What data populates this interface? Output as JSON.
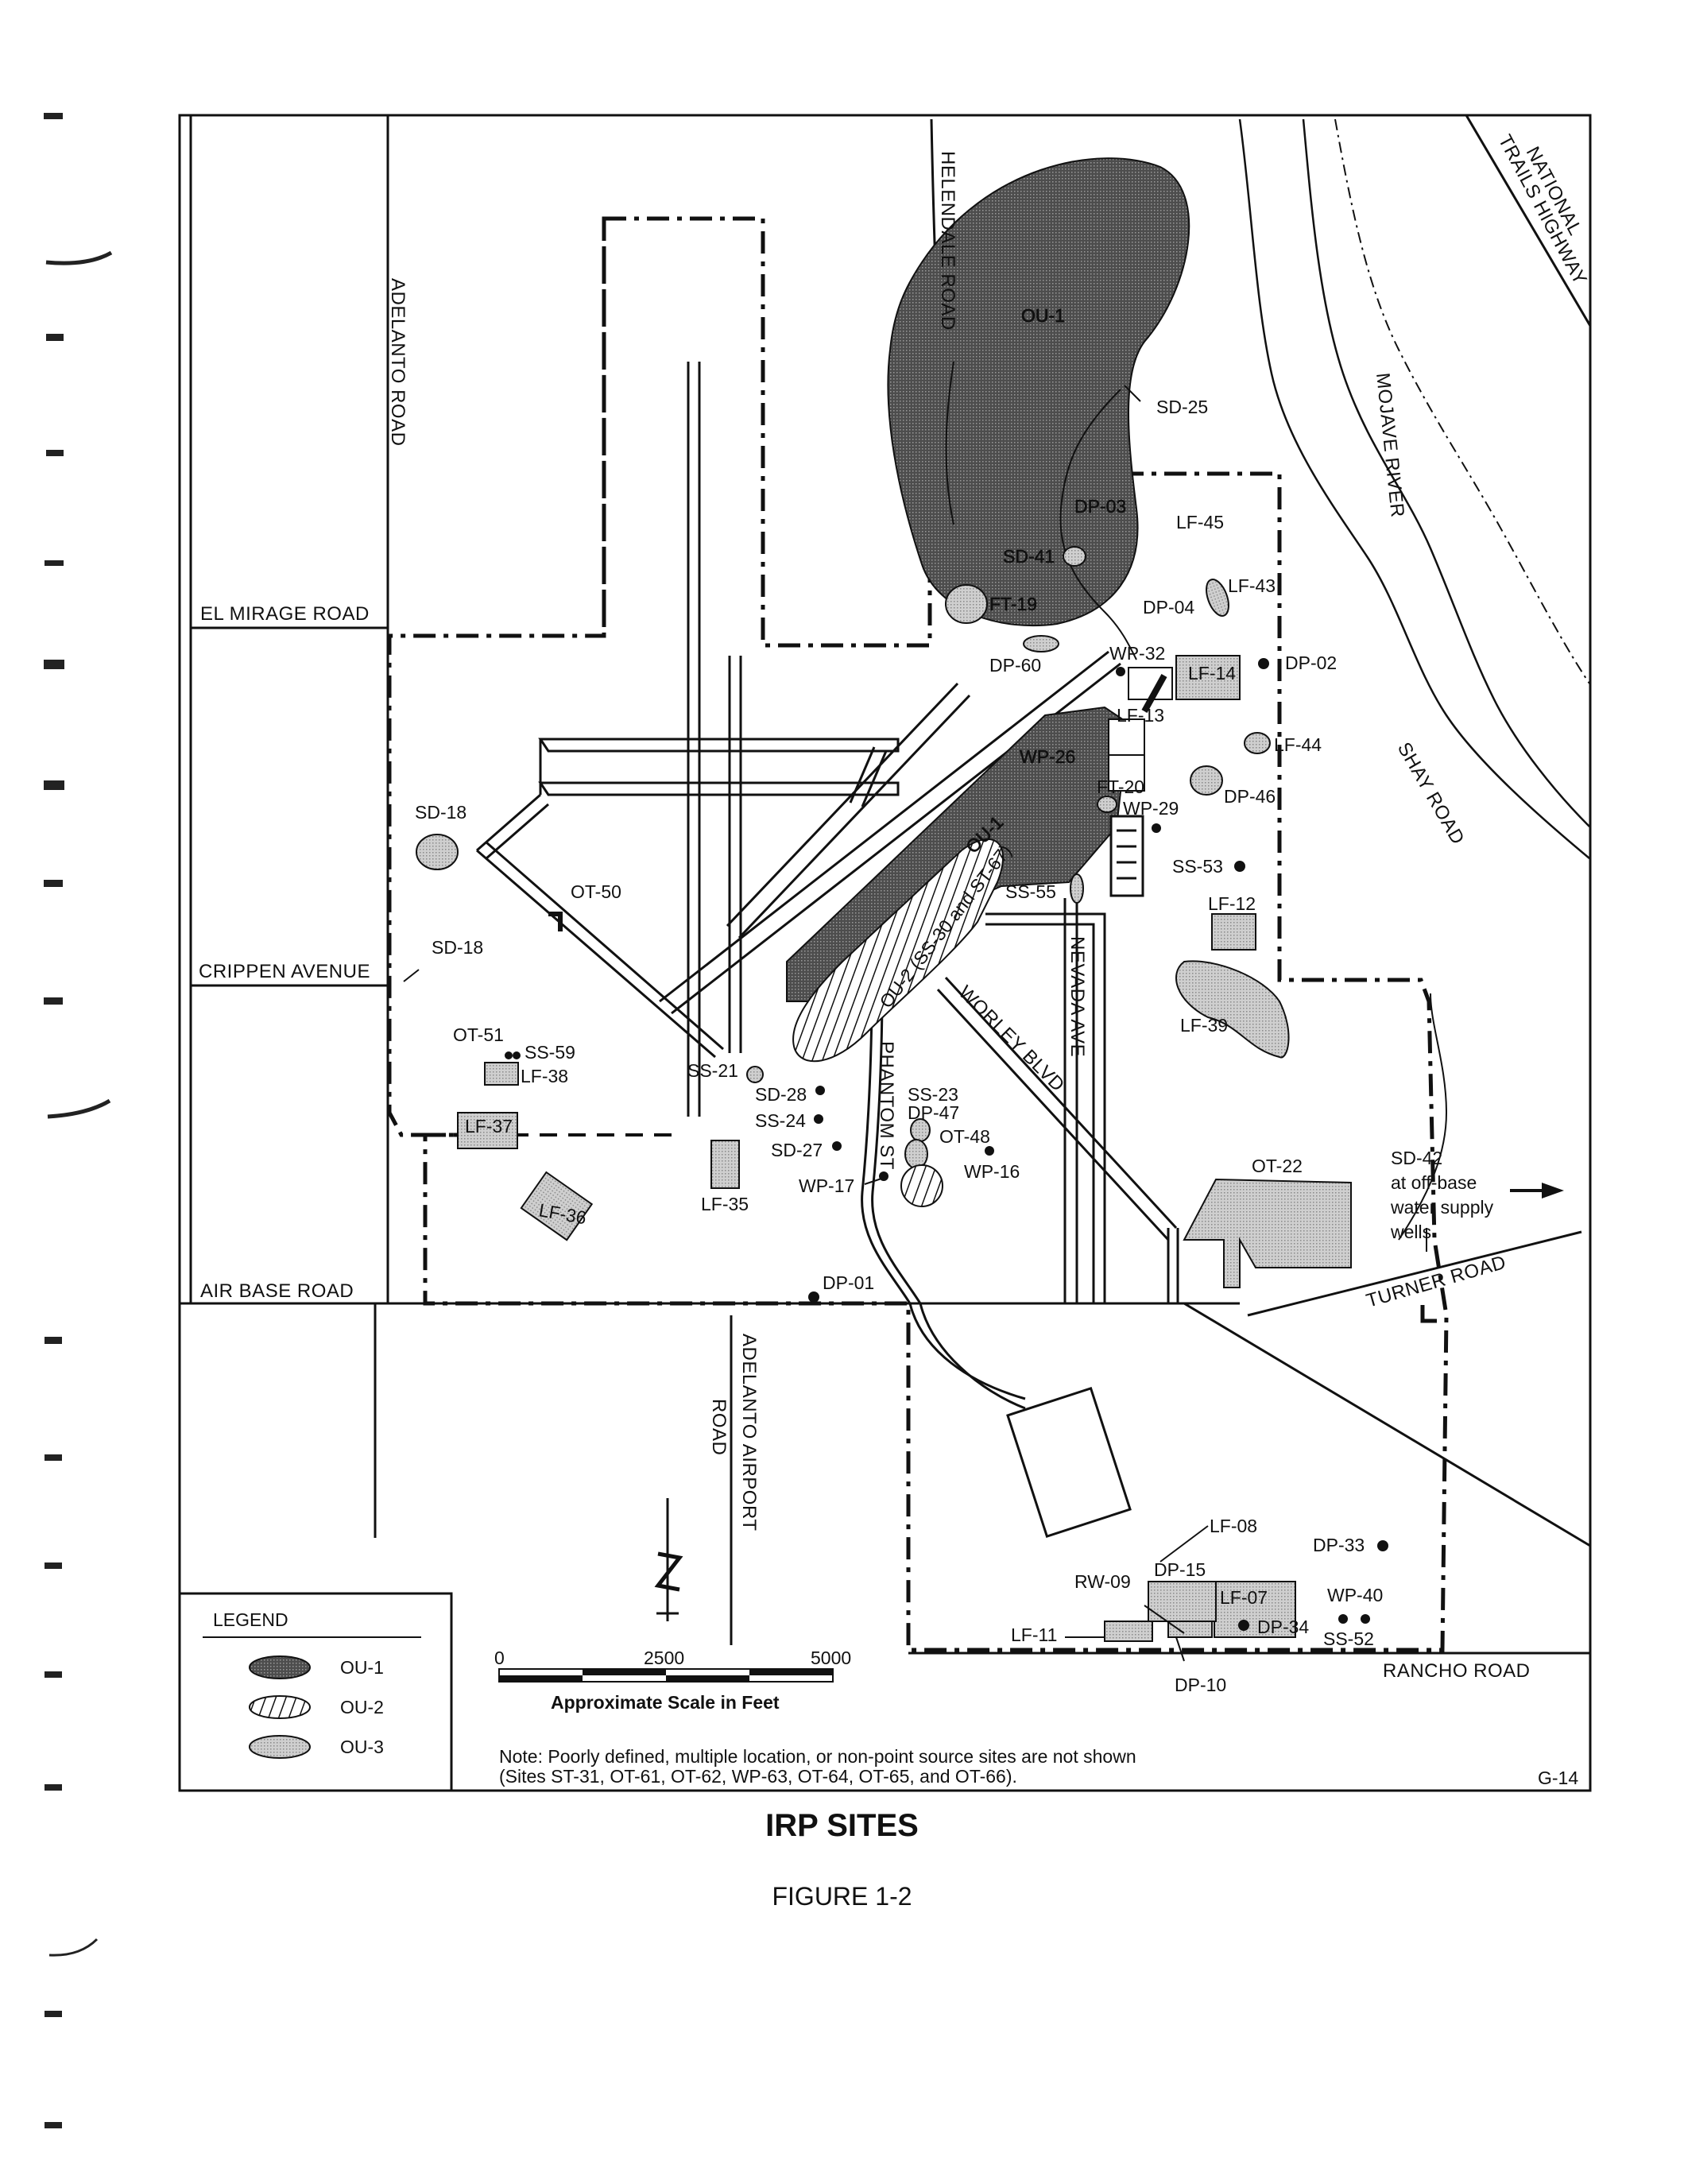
{
  "figure": {
    "title": "IRP SITES",
    "subtitle": "FIGURE 1-2",
    "code": "G-14"
  },
  "roads": {
    "adelanto_road": "ADELANTO ROAD",
    "el_mirage_road": "EL MIRAGE ROAD",
    "crippen_avenue": "CRIPPEN AVENUE",
    "air_base_road": "AIR BASE ROAD",
    "helendale_road": "HELENDALE ROAD",
    "national_trails_highway": [
      "NATIONAL",
      "TRAILS HIGHWAY"
    ],
    "mojave_river": "MOJAVE RIVER",
    "shay_road": "SHAY ROAD",
    "turner_road": "TURNER ROAD",
    "rancho_road": "RANCHO ROAD",
    "adelanto_airport_road": [
      "ADELANTO AIRPORT",
      "ROAD"
    ],
    "nevada_ave": "NEVADA AVE",
    "worley_blvd": "WORLEY BLVD",
    "phantom_st": "PHANTOM ST"
  },
  "areas": {
    "ou1_north": "OU-1",
    "ou1_south": "OU-1",
    "ou2": "OU-2 (SS-30 and ST-67)"
  },
  "sites": {
    "sd25": "SD-25",
    "dp03": "DP-03",
    "lf45": "LF-45",
    "sd41": "SD-41",
    "lf43": "LF-43",
    "ft19": "FT-19",
    "dp04": "DP-04",
    "dp60": "DP-60",
    "wp32": "WP-32",
    "lf14": "LF-14",
    "dp02": "DP-02",
    "lf13": "LF-13",
    "wp26": "WP-26",
    "lf44": "LF-44",
    "ft20": "FT-20",
    "dp46": "DP-46",
    "wp29": "WP-29",
    "sd18a": "SD-18",
    "ot50": "OT-50",
    "ss53": "SS-53",
    "ss55": "SS-55",
    "lf12": "LF-12",
    "sd18b": "SD-18",
    "lf39": "LF-39",
    "ot51": "OT-51",
    "ss59": "SS-59",
    "lf38": "LF-38",
    "ss21": "SS-21",
    "sd28": "SD-28",
    "ss23": "SS-23",
    "dp47": "DP-47",
    "ss24": "SS-24",
    "lf37": "LF-37",
    "ot48": "OT-48",
    "sd27": "SD-27",
    "wp16": "WP-16",
    "wp17": "WP-17",
    "lf36": "LF-36",
    "lf35": "LF-35",
    "ot22": "OT-22",
    "sd42": [
      "SD-42",
      "at off-base",
      "water supply",
      "wells"
    ],
    "dp01": "DP-01",
    "lf08": "LF-08",
    "dp33": "DP-33",
    "rw09": "RW-09",
    "dp15": "DP-15",
    "lf07": "LF-07",
    "wp40": "WP-40",
    "lf11": "LF-11",
    "dp34": "DP-34",
    "ss52": "SS-52",
    "dp10": "DP-10"
  },
  "legend": {
    "title": "LEGEND",
    "items": [
      {
        "label": "OU-1",
        "pattern": "dark-shaded"
      },
      {
        "label": "OU-2",
        "pattern": "hatched"
      },
      {
        "label": "OU-3",
        "pattern": "light-shaded"
      }
    ]
  },
  "scale": {
    "ticks": [
      "0",
      "2500",
      "5000"
    ],
    "caption": "Approximate Scale in Feet"
  },
  "note": [
    "Note:  Poorly defined, multiple location, or non-point source sites are not shown",
    "(Sites ST-31, OT-61, OT-62, WP-63, OT-64, OT-65, and OT-66)."
  ],
  "colors": {
    "ou1": "#555555",
    "ou3": "#c8c8c8",
    "ink": "#111111"
  }
}
